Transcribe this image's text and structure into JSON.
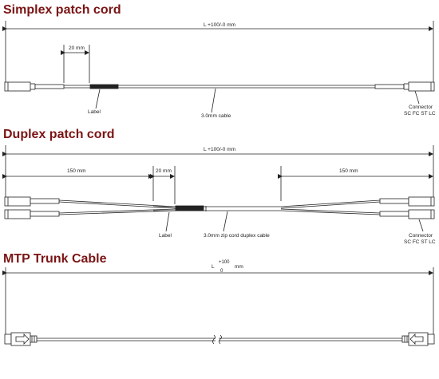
{
  "simplex": {
    "title": "Simplex patch cord",
    "length": "L +100/-0 mm",
    "dim_20": "20 mm",
    "label": "Label",
    "cable": "3.0mm cable",
    "connector_line1": "Connector",
    "connector_line2": "SC FC ST LC"
  },
  "duplex": {
    "title": "Duplex patch cord",
    "length": "L +100/-0 mm",
    "dim_150_left": "150 mm",
    "dim_20": "20 mm",
    "dim_150_right": "150 mm",
    "label": "Label",
    "cable": "3.0mm zip cord duplex cable",
    "connector_line1": "Connector",
    "connector_line2": "SC FC ST LC"
  },
  "mtp": {
    "title": "MTP Trunk Cable",
    "length_L": "L",
    "length_plus": "+100",
    "length_minus": "0",
    "length_unit": "mm"
  }
}
